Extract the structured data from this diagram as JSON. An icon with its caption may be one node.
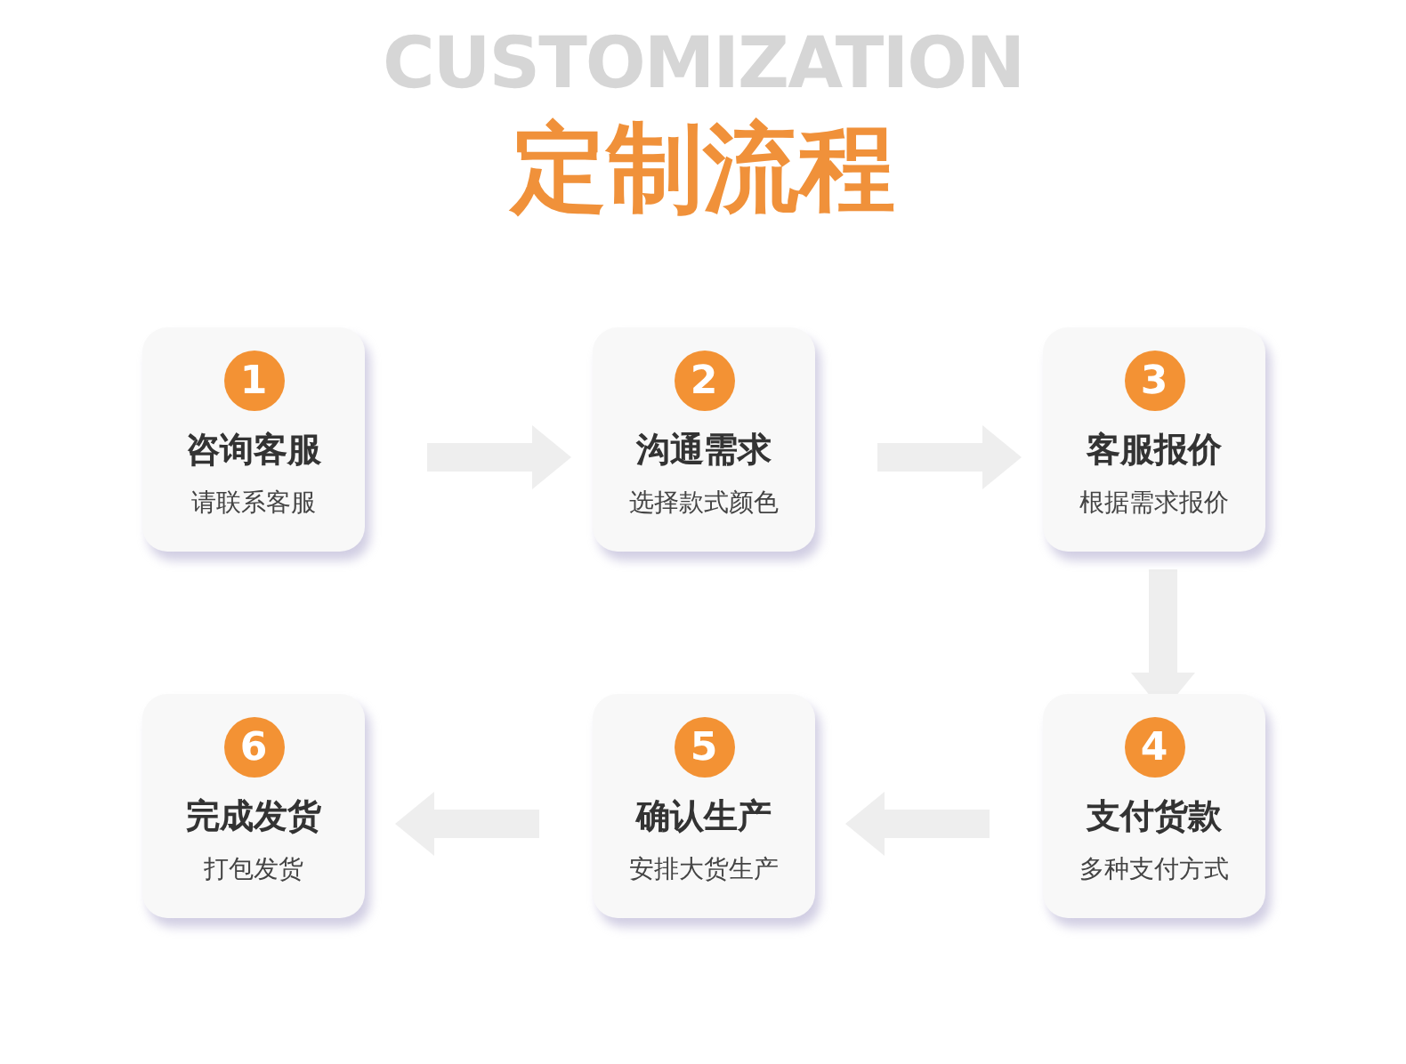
{
  "diagram": {
    "title": "定制流程",
    "nodes": [
      {
        "text": [
          "1",
          "咨询客服",
          "请联系客服"
        ]
      },
      {
        "text": [
          "2",
          "沟通需求",
          "选择款式颜色"
        ]
      },
      {
        "text": [
          "3",
          "客服报价",
          "根据需求报价"
        ]
      },
      {
        "text": [
          "4",
          "支付货款",
          "多种支付方式"
        ]
      },
      {
        "text": [
          "5",
          "确认生产",
          "安排大货生产"
        ]
      },
      {
        "text": [
          "6",
          "完成发货",
          "打包发货"
        ]
      }
    ],
    "edges": [
      {
        "from": 0,
        "to": 1,
        "arrow": "to"
      },
      {
        "from": 1,
        "to": 2,
        "arrow": "to"
      },
      {
        "from": 2,
        "to": 3,
        "arrow": "to"
      },
      {
        "from": 3,
        "to": 4,
        "arrow": "to"
      },
      {
        "from": 4,
        "to": 5,
        "arrow": "to"
      }
    ],
    "labels": [
      "CUSTOMIZATION"
    ]
  }
}
